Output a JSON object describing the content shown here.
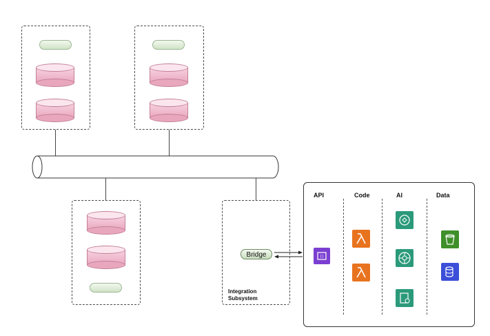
{
  "integration": {
    "bridge_label": "Bridge",
    "subsystem_line1": "Integration",
    "subsystem_line2": "Subsystem"
  },
  "services": {
    "columns": [
      {
        "title": "API"
      },
      {
        "title": "Code"
      },
      {
        "title": "AI"
      },
      {
        "title": "Data"
      }
    ],
    "icons": [
      {
        "name": "api-gateway-icon",
        "color": "#7a3fd1"
      },
      {
        "name": "lambda-icon",
        "color": "#e8731e"
      },
      {
        "name": "ai-service-icon",
        "color": "#2b9a7a"
      },
      {
        "name": "storage-bucket-icon",
        "color": "#3f8f2a"
      },
      {
        "name": "database-icon",
        "color": "#3b4fd8"
      }
    ]
  },
  "colors": {
    "cylinder_fill": "#efbdd0",
    "pill_fill": "#d9ead2",
    "border": "#4a4a4a"
  }
}
